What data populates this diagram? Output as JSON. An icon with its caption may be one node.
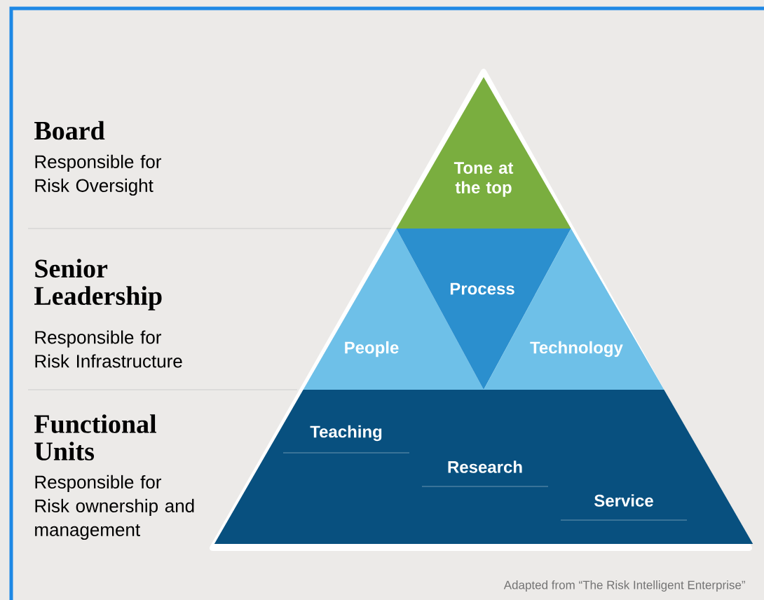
{
  "diagram": {
    "caption": "Adapted from “The Risk Intelligent Enterprise”",
    "nodes": [
      {
        "text": [
          "Tone at the top"
        ]
      },
      {
        "text": [
          "People"
        ]
      },
      {
        "text": [
          "Process"
        ]
      },
      {
        "text": [
          "Technology"
        ]
      },
      {
        "text": [
          "Teaching",
          "Research",
          "Service"
        ]
      }
    ],
    "labels": [
      "Board",
      "Responsible for Risk Oversight",
      "Senior Leadership",
      "Responsible for Risk Infrastructure",
      "Functional Units",
      "Responsible for Risk ownership and management"
    ]
  }
}
